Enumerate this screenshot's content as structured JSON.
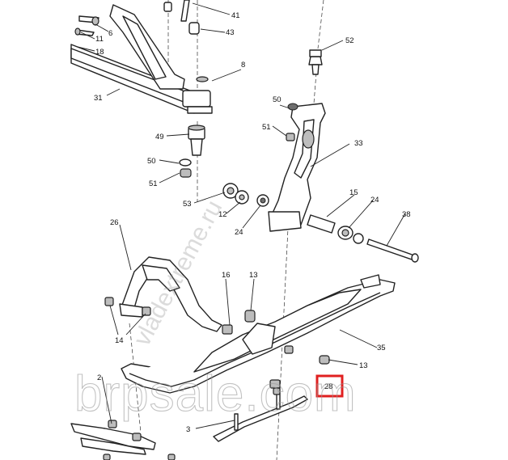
{
  "callouts": {
    "c1": "6",
    "c2": "11",
    "c3": "18",
    "c4": "41",
    "c5": "43",
    "c6": "8",
    "c7": "31",
    "c8": "49",
    "c9": "50",
    "c10": "51",
    "c11": "52",
    "c12": "50",
    "c13": "51",
    "c14": "33",
    "c15": "53",
    "c16": "12",
    "c17": "24",
    "c18": "15",
    "c19": "24",
    "c20": "38",
    "c21": "26",
    "c22": "16",
    "c23": "13",
    "c24": "14",
    "c25": "35",
    "c26": "13",
    "c27": "28",
    "c28": "2",
    "c29": "3"
  },
  "highlighted_callout": "28",
  "watermark": {
    "main": "brpsale.com",
    "diagonal": "vladextreme.ru"
  },
  "colors": {
    "highlight": "#e02020",
    "line": "#222222",
    "part_shade": "#bdbdbd"
  }
}
